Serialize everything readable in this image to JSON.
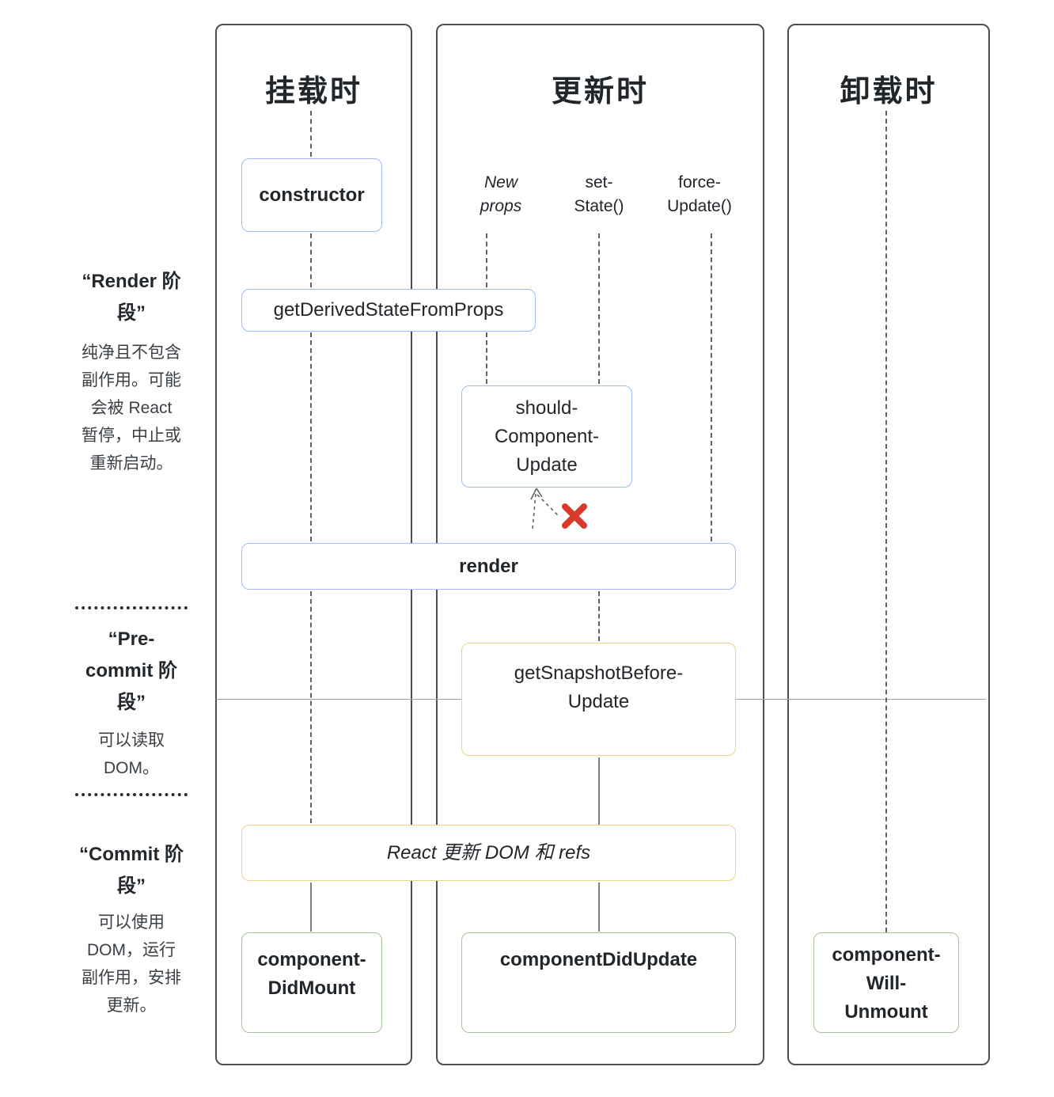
{
  "columns": [
    {
      "id": "mounting",
      "title": "挂载时"
    },
    {
      "id": "updating",
      "title": "更新时"
    },
    {
      "id": "unmounting",
      "title": "卸载时"
    }
  ],
  "sidebar": {
    "render_phase": {
      "title": "“Render 阶\n段”",
      "description": "纯净且不包含\n副作用。可能\n会被 React\n暂停，中止或\n重新启动。"
    },
    "pre_commit_phase": {
      "title": "“Pre-\ncommit 阶\n段”",
      "description": "可以读取\nDOM。"
    },
    "commit_phase": {
      "title": "“Commit 阶\n段”",
      "description": "可以使用\nDOM，运行\n副作用，安排\n更新。"
    }
  },
  "triggers": {
    "new_props": "New\nprops",
    "set_state": "set-\nState()",
    "force_update": "force-\nUpdate()"
  },
  "nodes": {
    "constructor": "constructor",
    "get_derived_state_from_props": "getDerivedStateFromProps",
    "should_component_update": "should-\nComponent-\nUpdate",
    "render": "render",
    "get_snapshot_before_update": "getSnapshotBefore-\nUpdate",
    "react_updates_dom": "React 更新 DOM 和 refs",
    "component_did_mount": "component-\nDidMount",
    "component_did_update": "componentDidUpdate",
    "component_will_unmount": "component-\nWill-\nUnmount"
  },
  "icons": {
    "skip_render_x": "red-x"
  },
  "colors": {
    "box_common_border": "#9fbcf2",
    "box_precommit_border": "#f2cf8d",
    "box_commit_border": "#a5c396",
    "column_border": "#4a4f55",
    "connector": "#5f6368",
    "skip_x_red": "#d93a2b",
    "text": "#21262b"
  }
}
